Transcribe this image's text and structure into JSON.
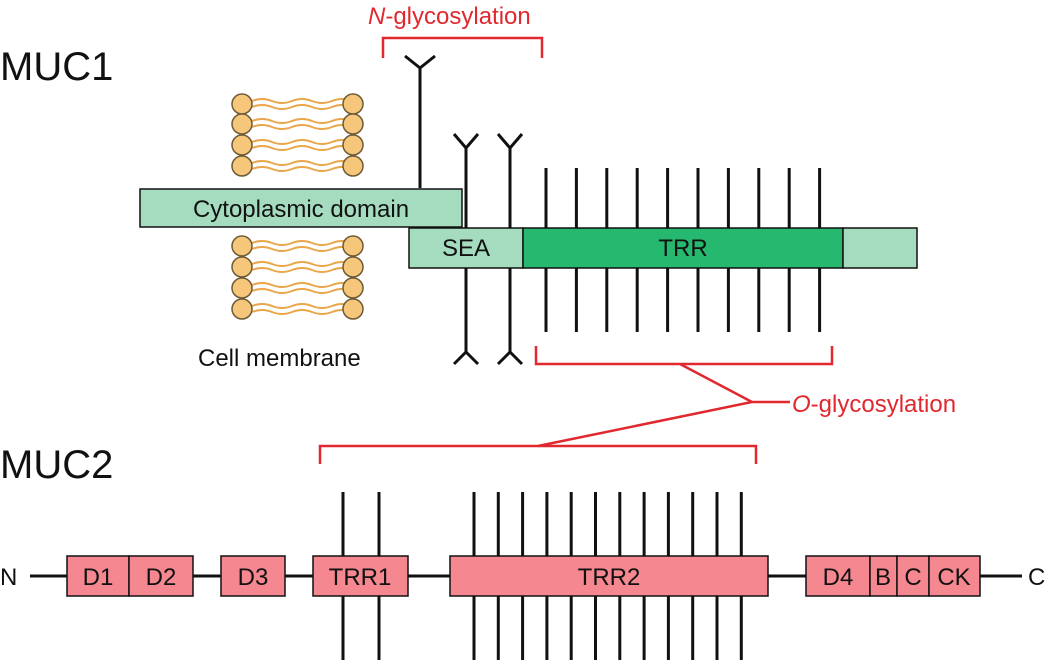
{
  "colors": {
    "light_green": "#a5dcc0",
    "dark_green": "#25b86e",
    "pink": "#f4878f",
    "red": "#e0282e",
    "lipid_head": "#f6c77a",
    "lipid_head_stroke": "#6e5a36",
    "lipid_tail": "#eaa64a",
    "black": "#111111"
  },
  "muc1": {
    "title": "MUC1",
    "cytoplasmic_label": "Cytoplasmic domain",
    "membrane_label": "Cell membrane",
    "domains": [
      {
        "name": "sea",
        "label": "SEA"
      },
      {
        "name": "trr",
        "label": "TRR"
      },
      {
        "name": "c-terminal",
        "label": ""
      }
    ]
  },
  "muc2": {
    "title": "MUC2",
    "n_terminus": "N",
    "c_terminus": "C",
    "domains": [
      {
        "name": "d1",
        "label": "D1"
      },
      {
        "name": "d2",
        "label": "D2"
      },
      {
        "name": "d3",
        "label": "D3"
      },
      {
        "name": "trr1",
        "label": "TRR1"
      },
      {
        "name": "trr2",
        "label": "TRR2"
      },
      {
        "name": "d4",
        "label": "D4"
      },
      {
        "name": "b",
        "label": "B"
      },
      {
        "name": "c",
        "label": "C"
      },
      {
        "name": "ck",
        "label": "CK"
      }
    ]
  },
  "annotations": {
    "n_glyc_prefix": "N",
    "n_glyc_suffix": "-glycosylation",
    "o_glyc_prefix": "O",
    "o_glyc_suffix": "-glycosylation"
  }
}
